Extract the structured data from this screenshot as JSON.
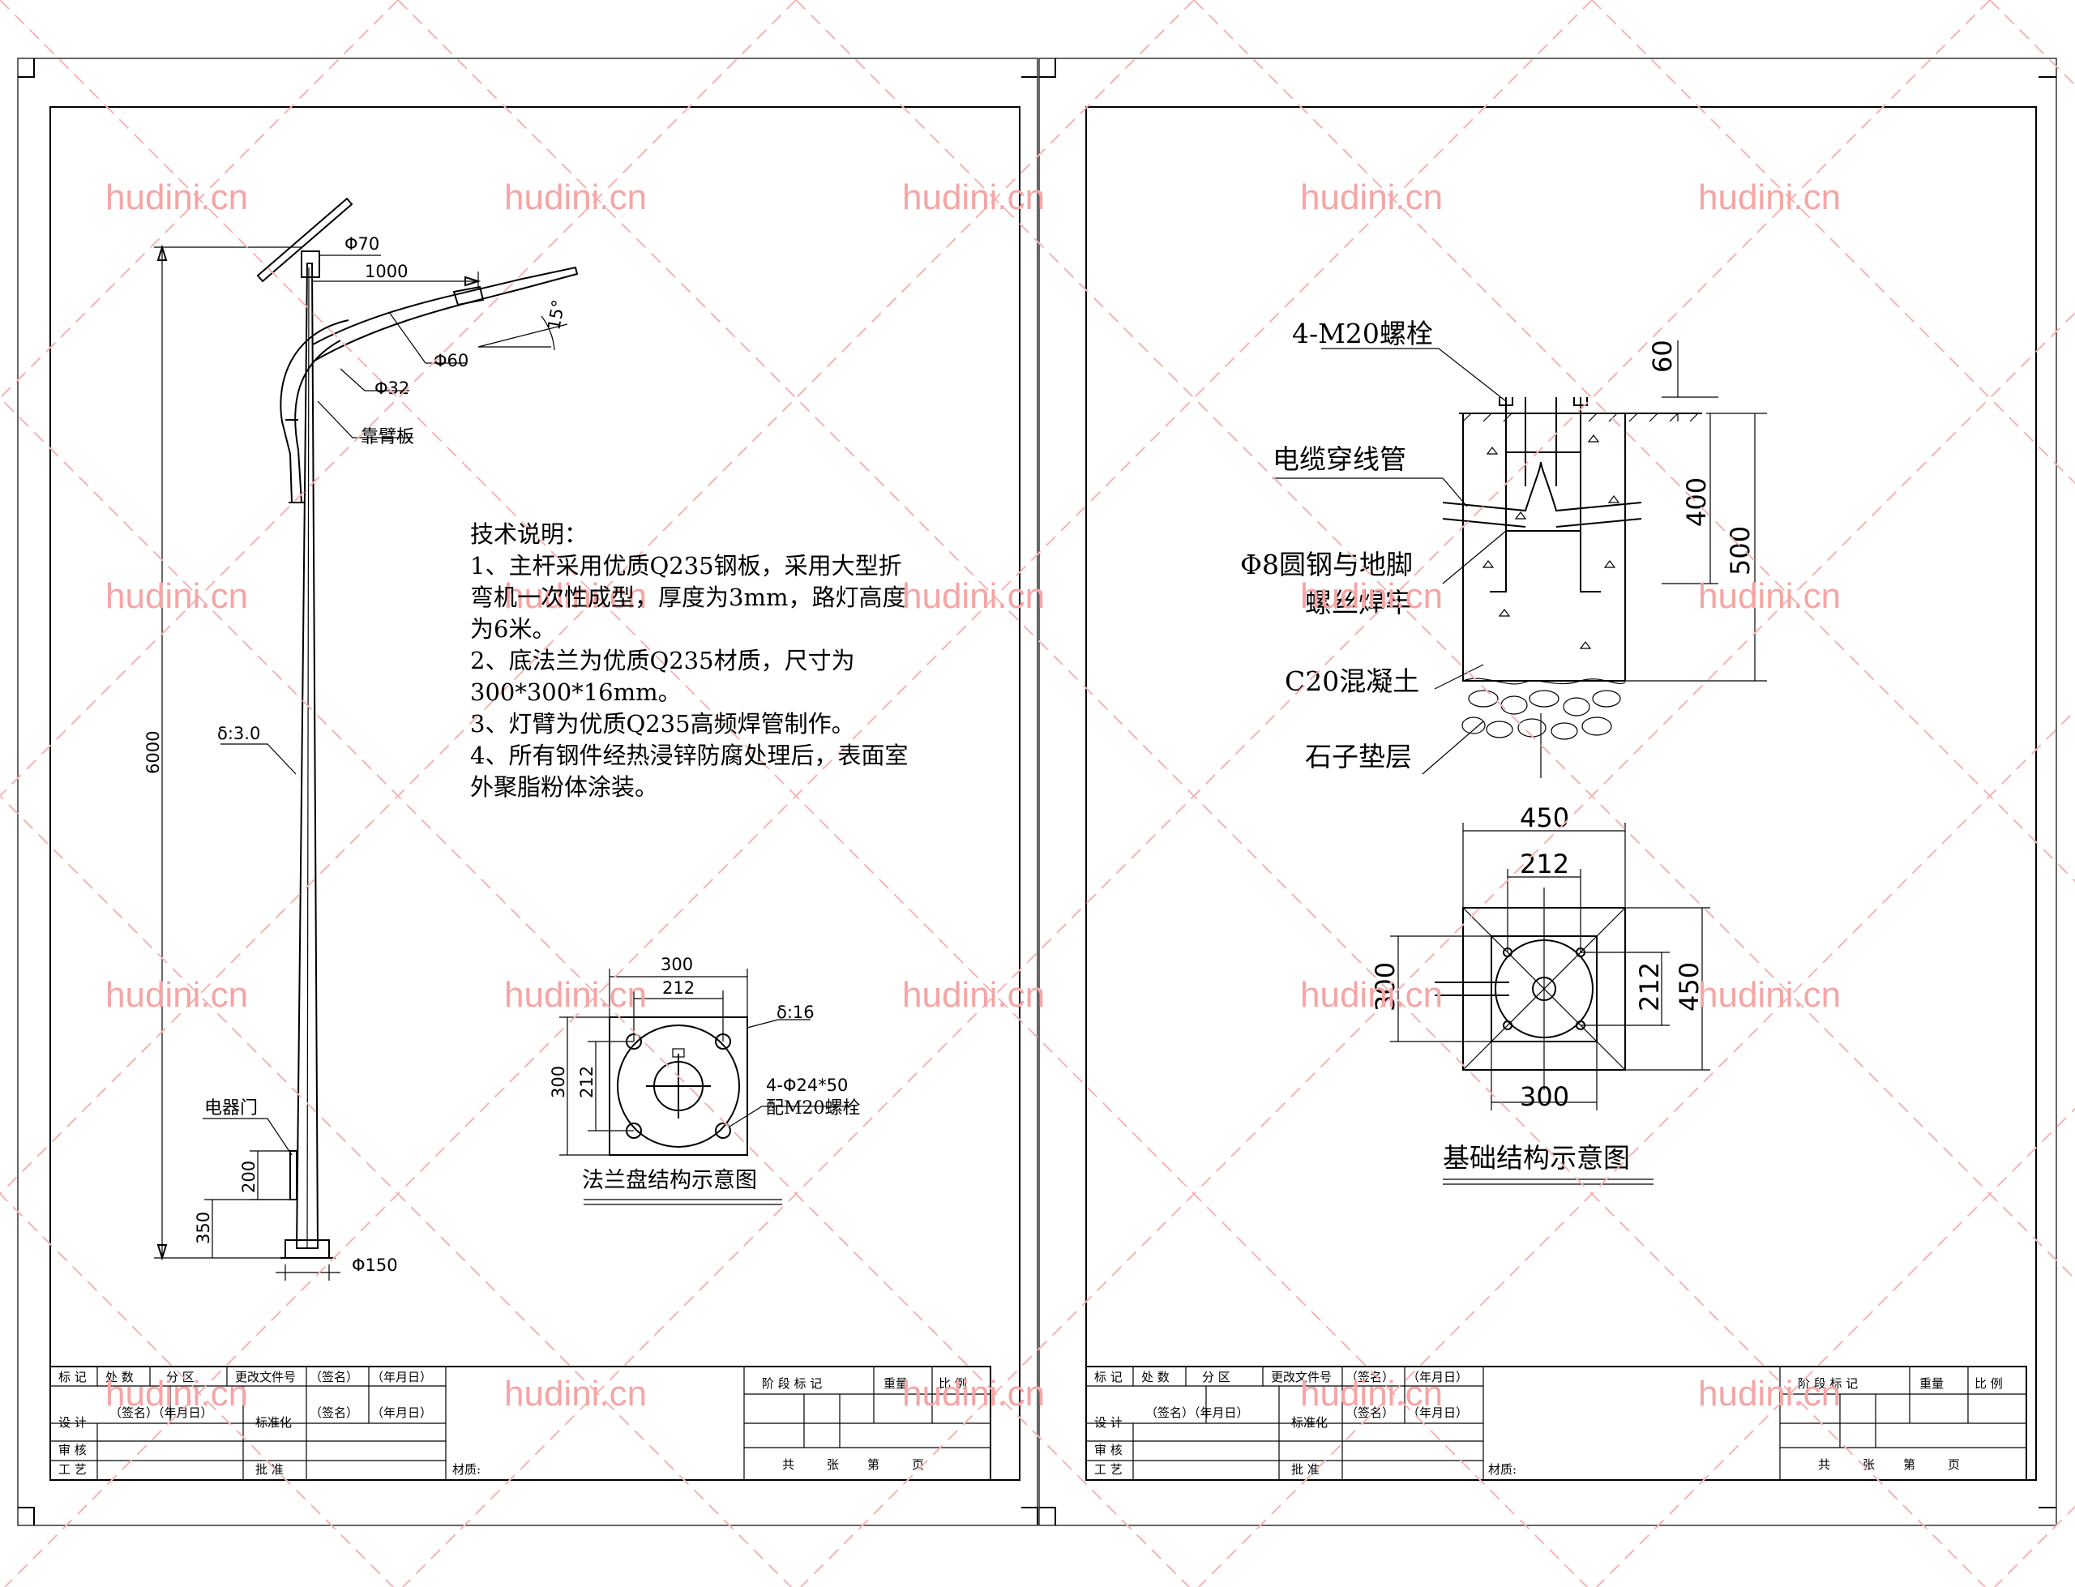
{
  "watermark": "hudini.cn",
  "left_sheet": {
    "pole": {
      "dim_top_diameter": "Φ70",
      "dim_arm_length": "1000",
      "dim_arm_diameter": "Φ60",
      "dim_arm_angle": "15°",
      "dim_brace_diameter": "Φ32",
      "label_back_plate": "靠臂板",
      "dim_height": "6000",
      "label_thickness": "δ:3.0",
      "label_door": "电器门",
      "dim_door_height": "200",
      "dim_door_offset": "350",
      "dim_base_diameter": "Φ150"
    },
    "notes": {
      "title": "技术说明：",
      "items": [
        "1、主杆采用优质Q235钢板，采用大型折弯机一次性成型，厚度为3mm，路灯高度为6米。",
        "2、底法兰为优质Q235材质，尺寸为300*300*16mm。",
        "3、灯臂为优质Q235高频焊管制作。",
        "4、所有钢件经热浸锌防腐处理后，表面室外聚脂粉体涂装。"
      ]
    },
    "flange": {
      "dim_outer": "300",
      "dim_bolt": "212",
      "dim_outer_v": "300",
      "dim_bolt_v": "212",
      "label_thickness": "δ:16",
      "label_holes": "4-Φ24*50",
      "label_bolts": "配M20螺栓",
      "caption": "法兰盘结构示意图"
    }
  },
  "right_sheet": {
    "section": {
      "label_bolts": "4-M20螺栓",
      "label_conduit": "电缆穿线管",
      "label_rebar_1": "Φ8圆钢与地脚",
      "label_rebar_2": "螺丝焊牢",
      "label_concrete": "C20混凝土",
      "label_gravel": "石子垫层",
      "dim_60": "60",
      "dim_400": "400",
      "dim_500": "500"
    },
    "plan": {
      "dim_450_top": "450",
      "dim_212_top": "212",
      "dim_300_left": "300",
      "dim_212_right": "212",
      "dim_450_right": "450",
      "dim_300_bottom": "300",
      "caption": "基础结构示意图"
    }
  },
  "title_block": {
    "row1": [
      "标 记",
      "处 数",
      "分 区",
      "更改文件号",
      "（签名）",
      "（年月日）"
    ],
    "row2": [
      "设 计",
      "（签名）（年月日）",
      "标准化",
      "（签名）",
      "（年月日）"
    ],
    "row3": [
      "审 核"
    ],
    "row4": [
      "工 艺",
      "批 准"
    ],
    "stage_label": "阶 段 标 记",
    "weight_label": "重量",
    "scale_label": "比 例",
    "material_label": "材质:",
    "sheets_label": [
      "共",
      "张",
      "第",
      "页"
    ]
  }
}
